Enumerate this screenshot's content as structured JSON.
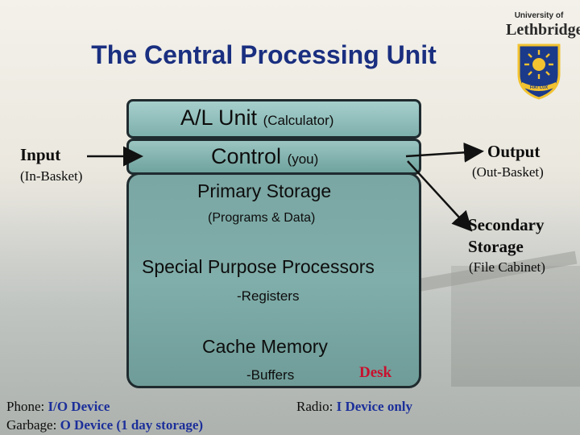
{
  "title": "The Central Processing Unit",
  "logo": {
    "line1": "University of",
    "line2": "Lethbridge",
    "motto": "FIAT LUX"
  },
  "alu": {
    "main": "A/L Unit",
    "note": "(Calculator)"
  },
  "control": {
    "main": "Control",
    "note": "(you)"
  },
  "primary": {
    "heading": "Primary Storage",
    "sub": "(Programs & Data)",
    "special": "Special Purpose Processors",
    "registers": "-Registers",
    "cache": "Cache Memory",
    "buffers": "-Buffers",
    "desk": "Desk"
  },
  "input": {
    "label": "Input",
    "sub": "(In-Basket)"
  },
  "output": {
    "label": "Output",
    "sub": "(Out-Basket)"
  },
  "secondary": {
    "line1": "Secondary",
    "line2": "Storage",
    "sub": "(File Cabinet)"
  },
  "footer": {
    "phone_label": "Phone:",
    "phone_value": "I/O Device",
    "garbage_label": "Garbage:",
    "garbage_value": "O Device (1 day storage)",
    "radio_label": "Radio:",
    "radio_value": "I Device only"
  },
  "colors": {
    "title": "#1a2f80",
    "accent_red": "#c8102e",
    "footer_blue": "#1c2f9a",
    "box": "#7fb0ac"
  }
}
